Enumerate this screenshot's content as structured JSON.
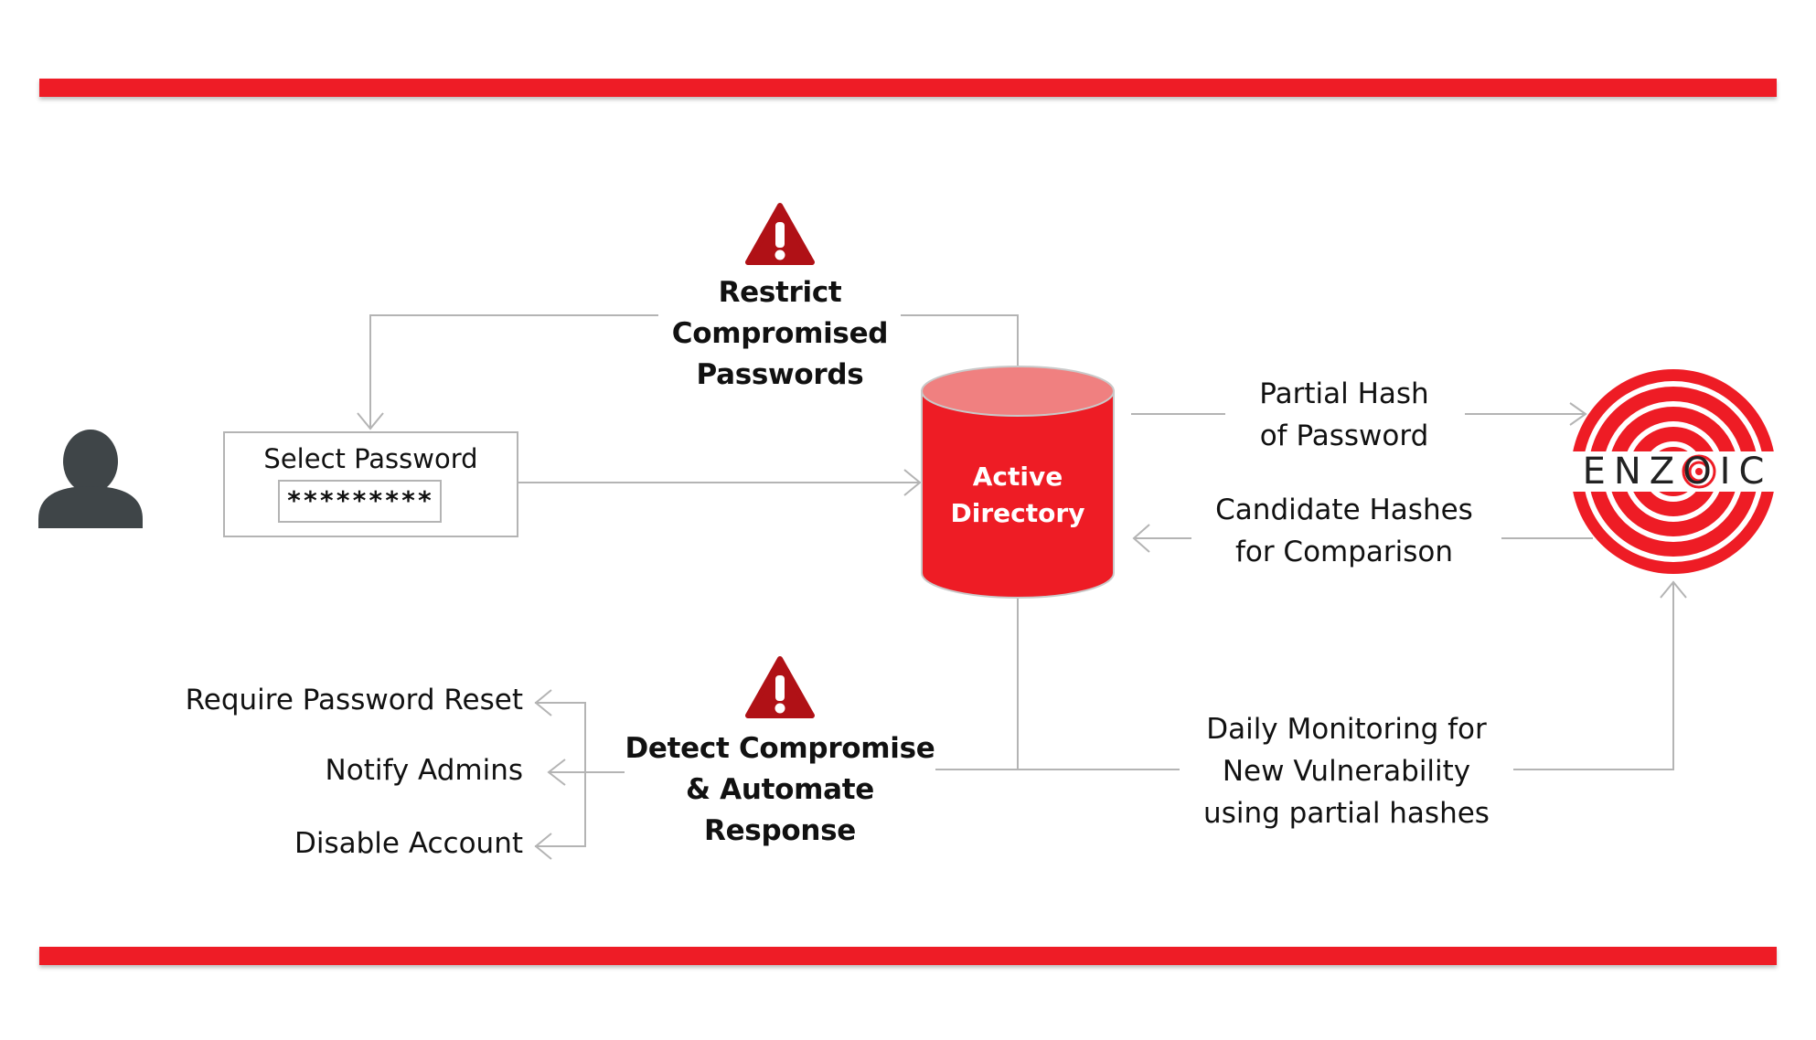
{
  "colors": {
    "accent_red": "#ee1c25",
    "db_top": "#f08080",
    "warning_red": "#b01116",
    "user_icon": "#3f4548",
    "line_gray": "#b4b4b4"
  },
  "icons": {
    "user": "person-silhouette-icon",
    "warning": "exclamation-triangle-icon",
    "database": "cylinder-database-icon",
    "logo": "enzoic-target-logo"
  },
  "restrict": {
    "line1": "Restrict",
    "line2": "Compromised",
    "line3": "Passwords"
  },
  "select_password": {
    "label": "Select Password",
    "mask": "*********"
  },
  "active_directory": {
    "line1": "Active",
    "line2": "Directory"
  },
  "partial_hash": {
    "line1": "Partial Hash",
    "line2": "of Password"
  },
  "candidate_hashes": {
    "line1": "Candidate Hashes",
    "line2": "for Comparison"
  },
  "detect": {
    "line1": "Detect Compromise",
    "line2": "& Automate",
    "line3": "Response"
  },
  "actions": [
    "Require Password Reset",
    "Notify Admins",
    "Disable Account"
  ],
  "daily_monitoring": {
    "line1": "Daily Monitoring for",
    "line2": "New Vulnerability",
    "line3": "using partial hashes"
  },
  "logo": {
    "text": "ENZOIC"
  }
}
